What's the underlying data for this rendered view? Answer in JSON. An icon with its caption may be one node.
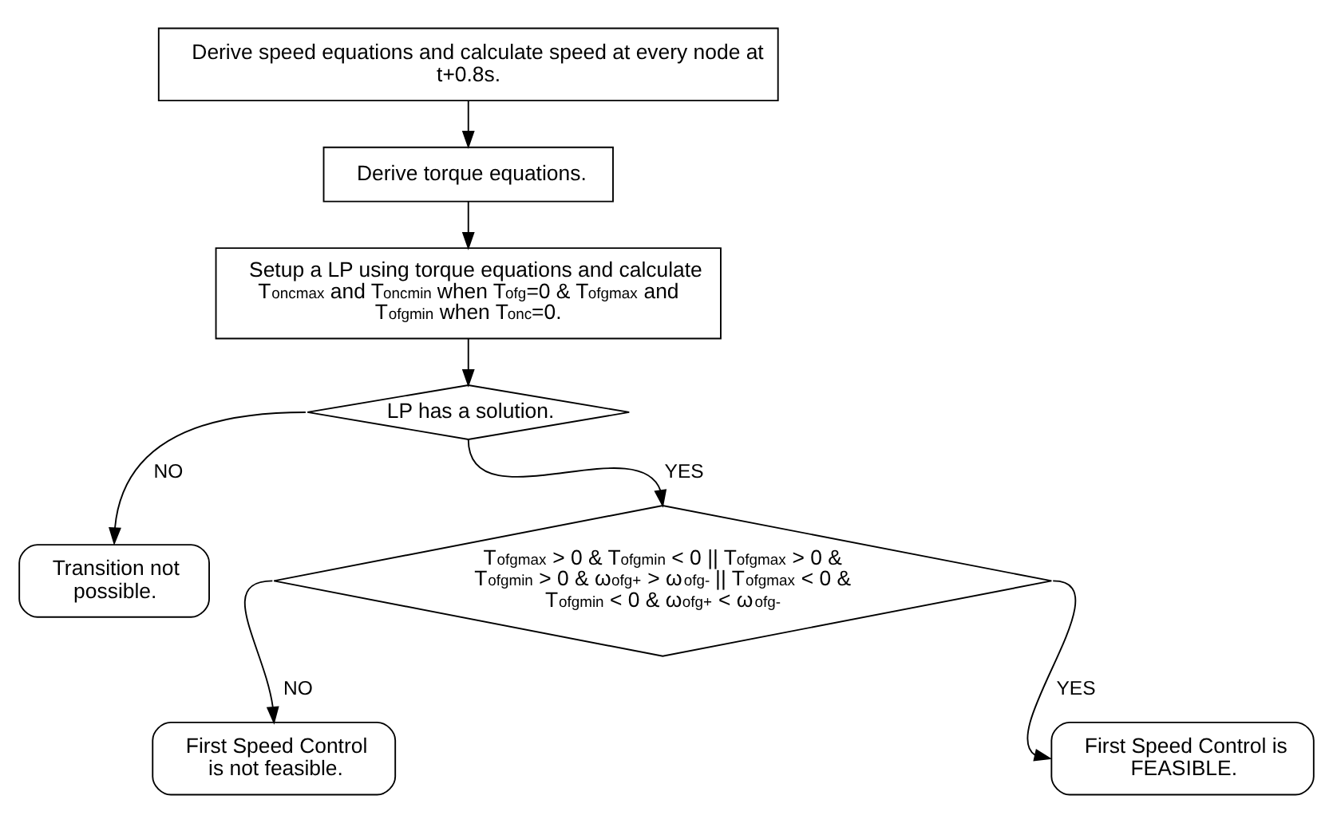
{
  "diagram": {
    "nodes": [
      {
        "text": [
          "Derive speed equations and calculate speed at every node at t+0.8s."
        ]
      },
      {
        "text": [
          "Derive torque equations."
        ]
      },
      {
        "text": [
          "Setup a LP using torque equations and calculate T$_{oncmax}$ and T$_{oncmin}$ when T$_{ofg}$=0 & T$_{ofgmax}$ and T$_{ofgmin}$ when T$_{onc}$=0."
        ]
      },
      {
        "text": [
          "LP has a solution."
        ]
      },
      {
        "text": [
          "Transition not possible."
        ]
      },
      {
        "text": [
          "T$_{ofgmax}$ > 0 & T$_{ofgmin}$ < 0 || T$_{ofgmax}$ > 0 & T$_{ofgmin}$ > 0 & ω$_{ofg+}$ > ω$_{ofg-}$ || T$_{ofgmax}$ < 0 & T$_{ofgmin}$ < 0 & ω$_{ofg+}$ < ω$_{ofg-}$"
        ]
      },
      {
        "text": [
          "First Speed Control is FEASIBLE."
        ]
      },
      {
        "text": [
          "First Speed Control is not feasible."
        ]
      }
    ],
    "edges": [
      {
        "from": 0,
        "to": 1,
        "arrow": "to"
      },
      {
        "from": 1,
        "to": 2,
        "arrow": "to"
      },
      {
        "from": 2,
        "to": 3,
        "arrow": "to"
      },
      {
        "from": 3,
        "to": 4,
        "arrow": "to",
        "label": "NO"
      },
      {
        "from": 3,
        "to": 5,
        "arrow": "to",
        "label": "YES"
      },
      {
        "from": 5,
        "to": 6,
        "arrow": "to",
        "label": "YES"
      },
      {
        "from": 5,
        "to": 7,
        "arrow": "to",
        "label": "NO"
      }
    ]
  }
}
